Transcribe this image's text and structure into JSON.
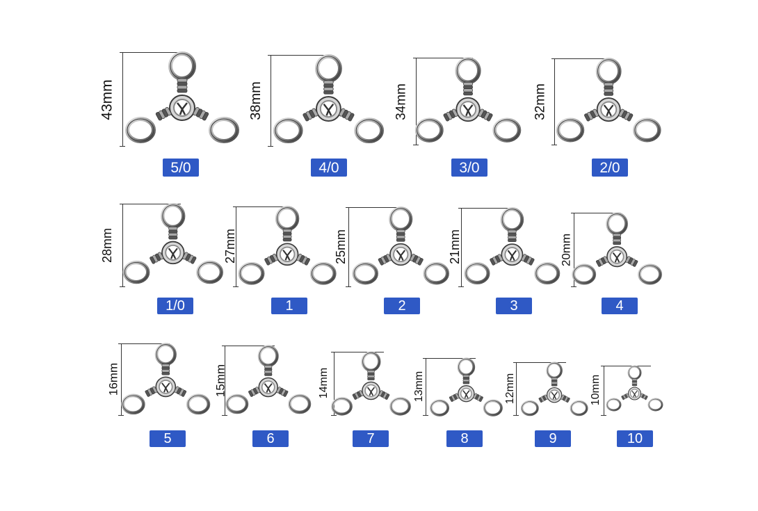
{
  "colors": {
    "badge": "#2f59c5",
    "badge_text": "#ffffff",
    "metal_light": "#e8e8e8",
    "metal_dark": "#6a6a6a"
  },
  "products": [
    {
      "size": "5/0",
      "length": "43mm"
    },
    {
      "size": "4/0",
      "length": "38mm"
    },
    {
      "size": "3/0",
      "length": "34mm"
    },
    {
      "size": "2/0",
      "length": "32mm"
    },
    {
      "size": "1/0",
      "length": "28mm"
    },
    {
      "size": "1",
      "length": "27mm"
    },
    {
      "size": "2",
      "length": "25mm"
    },
    {
      "size": "3",
      "length": "21mm"
    },
    {
      "size": "4",
      "length": "20mm"
    },
    {
      "size": "5",
      "length": "16mm"
    },
    {
      "size": "6",
      "length": "15mm"
    },
    {
      "size": "7",
      "length": "14mm"
    },
    {
      "size": "8",
      "length": "13mm"
    },
    {
      "size": "9",
      "length": "12mm"
    },
    {
      "size": "10",
      "length": "10mm"
    }
  ]
}
